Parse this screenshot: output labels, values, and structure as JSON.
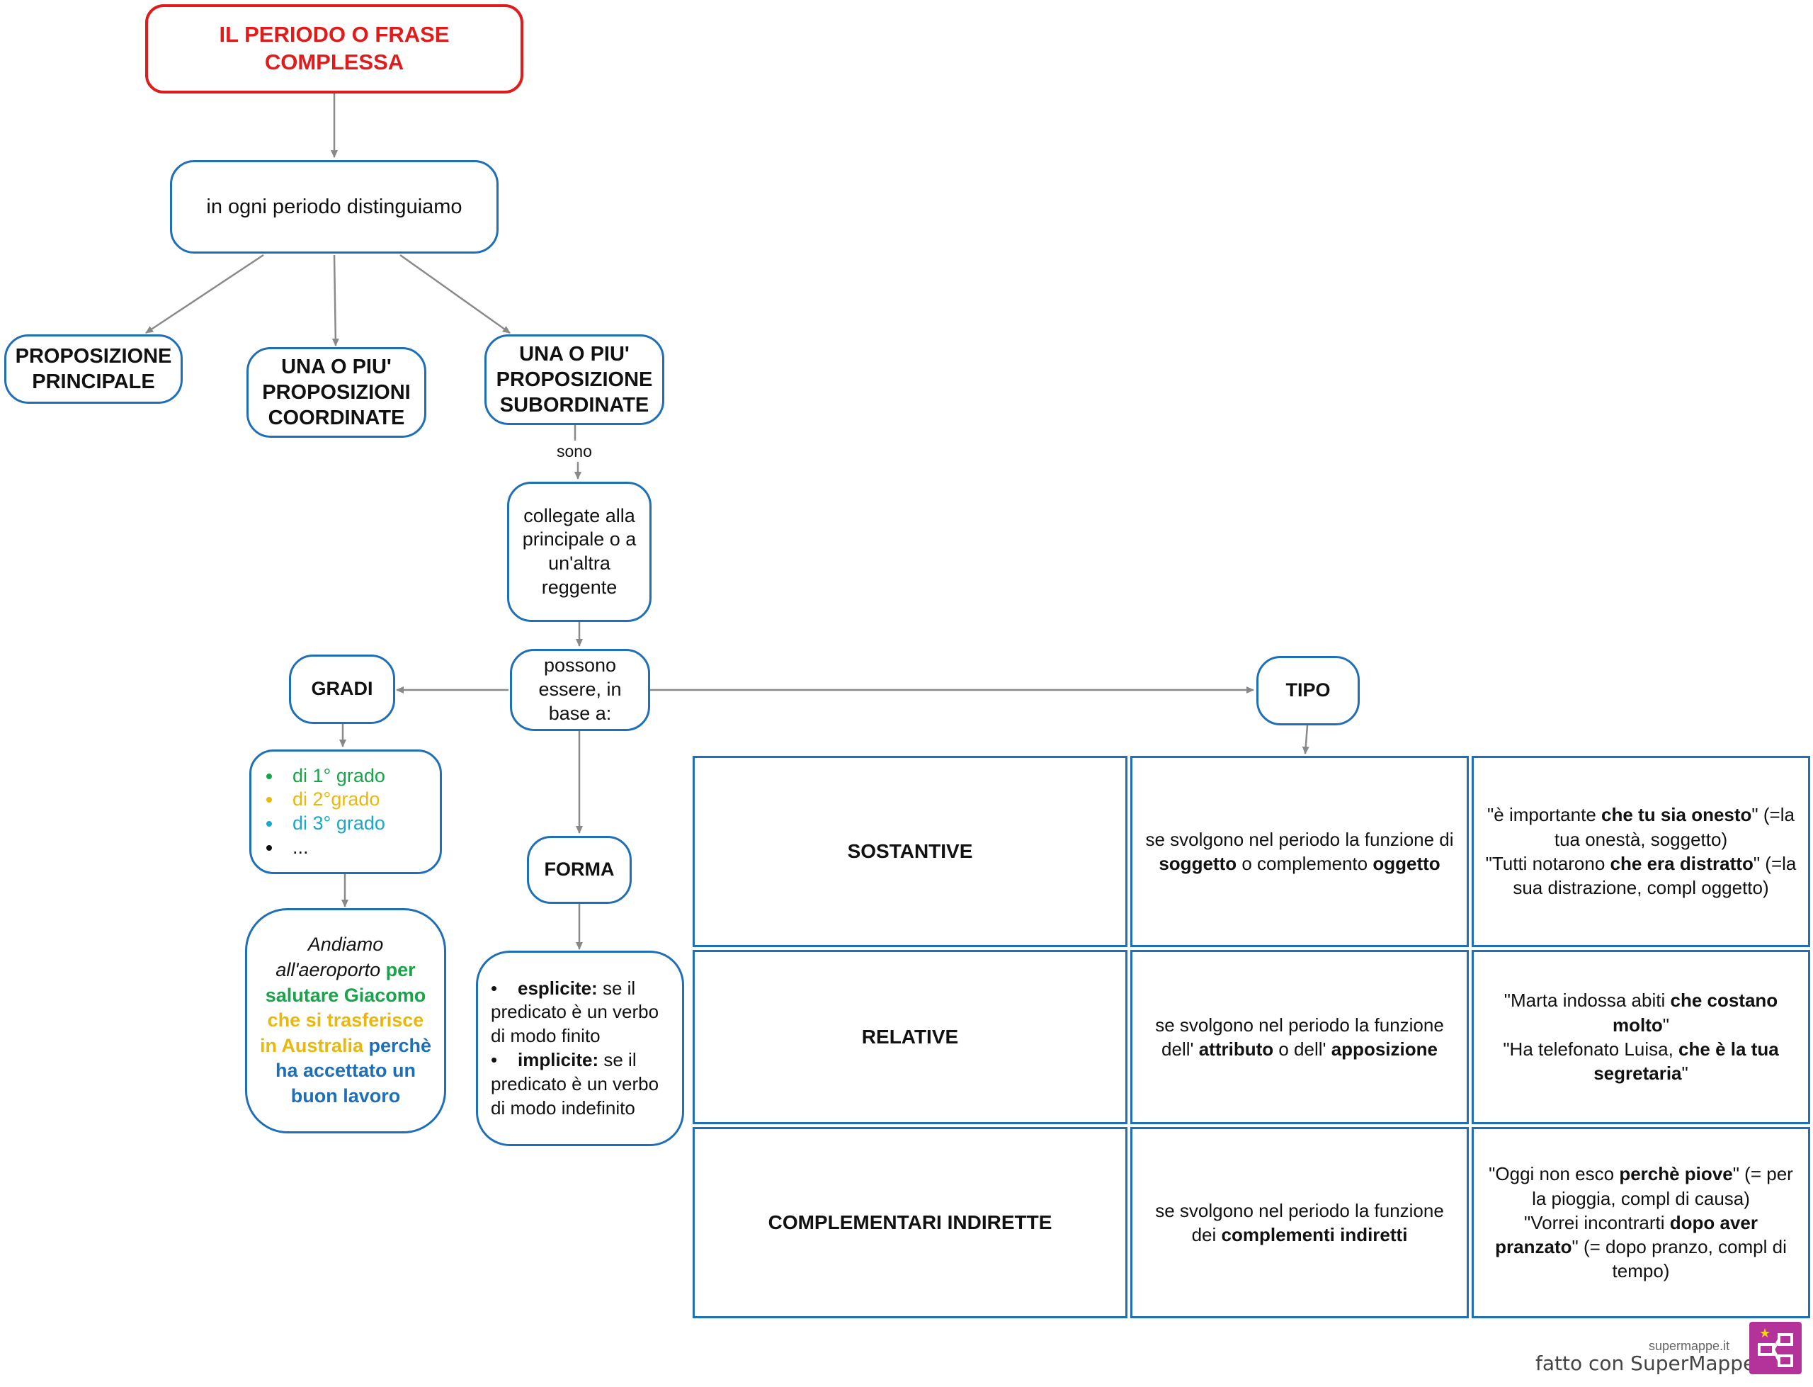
{
  "root": {
    "title": "IL PERIODO O FRASE COMPLESSA"
  },
  "distinguish": "in ogni periodo distinguiamo",
  "principale": "PROPOSIZIONE PRINCIPALE",
  "coordinate": "UNA O PIU' PROPOSIZIONI COORDINATE",
  "subordinate": "UNA O PIU' PROPOSIZIONE SUBORDINATE",
  "sono_label": "sono",
  "collegate": "collegate alla principale o a un'altra reggente",
  "possono": "possono essere, in base a:",
  "gradi": {
    "title": "GRADI",
    "items": [
      "di 1° grado",
      "di 2°grado",
      "di 3° grado",
      "..."
    ],
    "example": {
      "p1": "Andiamo all'aeroporto",
      "p2": "per salutare Giacomo",
      "p3": "che si trasferisce in Australia",
      "p4": "perchè ha accettato un buon lavoro"
    }
  },
  "forma": {
    "title": "FORMA",
    "esplicite_label": "esplicite:",
    "esplicite_text": "se il predicato è un verbo di modo finito",
    "implicite_label": "implicite:",
    "implicite_text": "se il predicato è un verbo di modo indefinito"
  },
  "tipo": {
    "title": "TIPO",
    "rows": [
      {
        "name": "SOSTANTIVE",
        "desc_a": "se svolgono nel periodo la funzione di",
        "desc_b": "soggetto",
        "desc_c": "o complemento",
        "desc_d": "oggetto",
        "ex1_a": "\"è importante",
        "ex1_b": "che tu sia onesto",
        "ex1_c": "\" (=la tua onestà, soggetto)",
        "ex2_a": "\"Tutti notarono",
        "ex2_b": "che era distratto",
        "ex2_c": "\" (=la sua distrazione, compl oggetto)"
      },
      {
        "name": "RELATIVE",
        "desc_a": "se svolgono nel periodo la funzione dell'",
        "desc_b": "attributo",
        "desc_c": "o dell'",
        "desc_d": "apposizione",
        "ex1_a": "\"Marta indossa abiti",
        "ex1_b": "che costano molto",
        "ex1_c": "\"",
        "ex2_a": "\"Ha telefonato Luisa,",
        "ex2_b": "che è la tua segretaria",
        "ex2_c": "\""
      },
      {
        "name": "COMPLEMENTARI INDIRETTE",
        "desc_a": "se svolgono nel periodo la funzione dei",
        "desc_b": "complementi indiretti",
        "desc_c": "",
        "desc_d": "",
        "ex1_a": "\"Oggi non esco",
        "ex1_b": "perchè piove",
        "ex1_c": "\" (= per la pioggia, compl di causa)",
        "ex2_a": "\"Vorrei incontrarti",
        "ex2_b": "dopo aver pranzato",
        "ex2_c": "\" (= dopo pranzo, compl di tempo)"
      }
    ]
  },
  "footer": {
    "site": "supermappe.it",
    "credit": "fatto con SuperMappe"
  },
  "colors": {
    "border": "#1f6fb8",
    "root": "#e01b1b",
    "link": "#888888",
    "logo": "#b3339b"
  }
}
